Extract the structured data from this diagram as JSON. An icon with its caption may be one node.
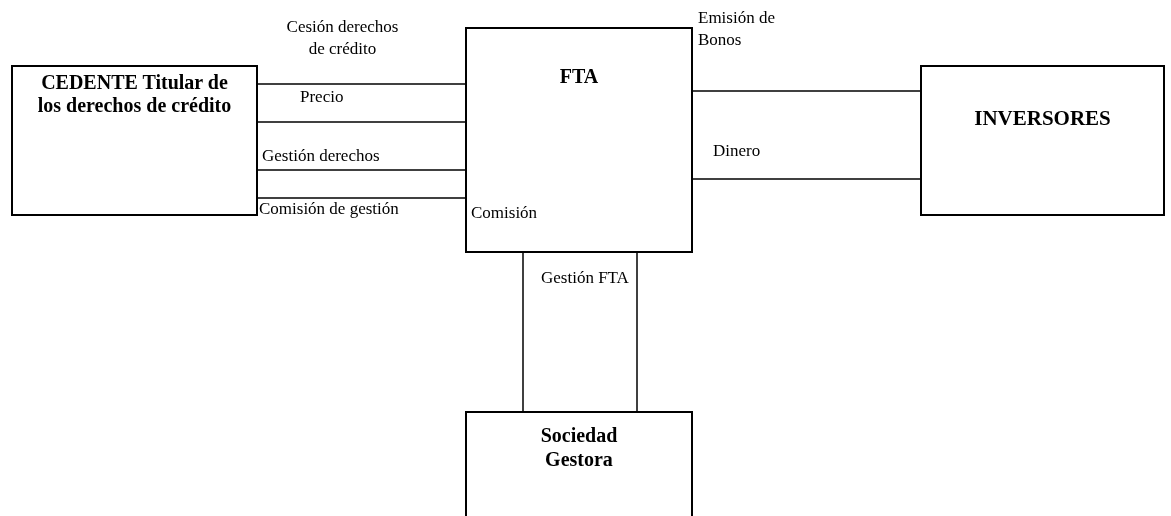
{
  "diagram": {
    "nodes": [
      {
        "text": [
          "CEDENTE Titular de los derechos de crédito"
        ]
      },
      {
        "text": [
          "FTA"
        ]
      },
      {
        "text": [
          "INVERSORES"
        ]
      },
      {
        "text": [
          "Sociedad Gestora"
        ]
      }
    ],
    "edges": [
      {
        "from": 0,
        "to": 1,
        "arrow": "none",
        "label": "Cesión derechos de crédito"
      },
      {
        "from": 0,
        "to": 1,
        "arrow": "none",
        "label": "Precio"
      },
      {
        "from": 0,
        "to": 1,
        "arrow": "none",
        "label": "Gestión derechos"
      },
      {
        "from": 0,
        "to": 1,
        "arrow": "none",
        "label": "Comisión de gestión"
      },
      {
        "from": 1,
        "to": 2,
        "arrow": "none",
        "label": "Emisión de Bonos"
      },
      {
        "from": 1,
        "to": 2,
        "arrow": "none",
        "label": "Dinero"
      },
      {
        "from": 1,
        "to": 3,
        "arrow": "none"
      },
      {
        "from": 1,
        "to": 3,
        "arrow": "none"
      }
    ],
    "labels": [
      "Comisión",
      "Gestión FTA"
    ]
  }
}
